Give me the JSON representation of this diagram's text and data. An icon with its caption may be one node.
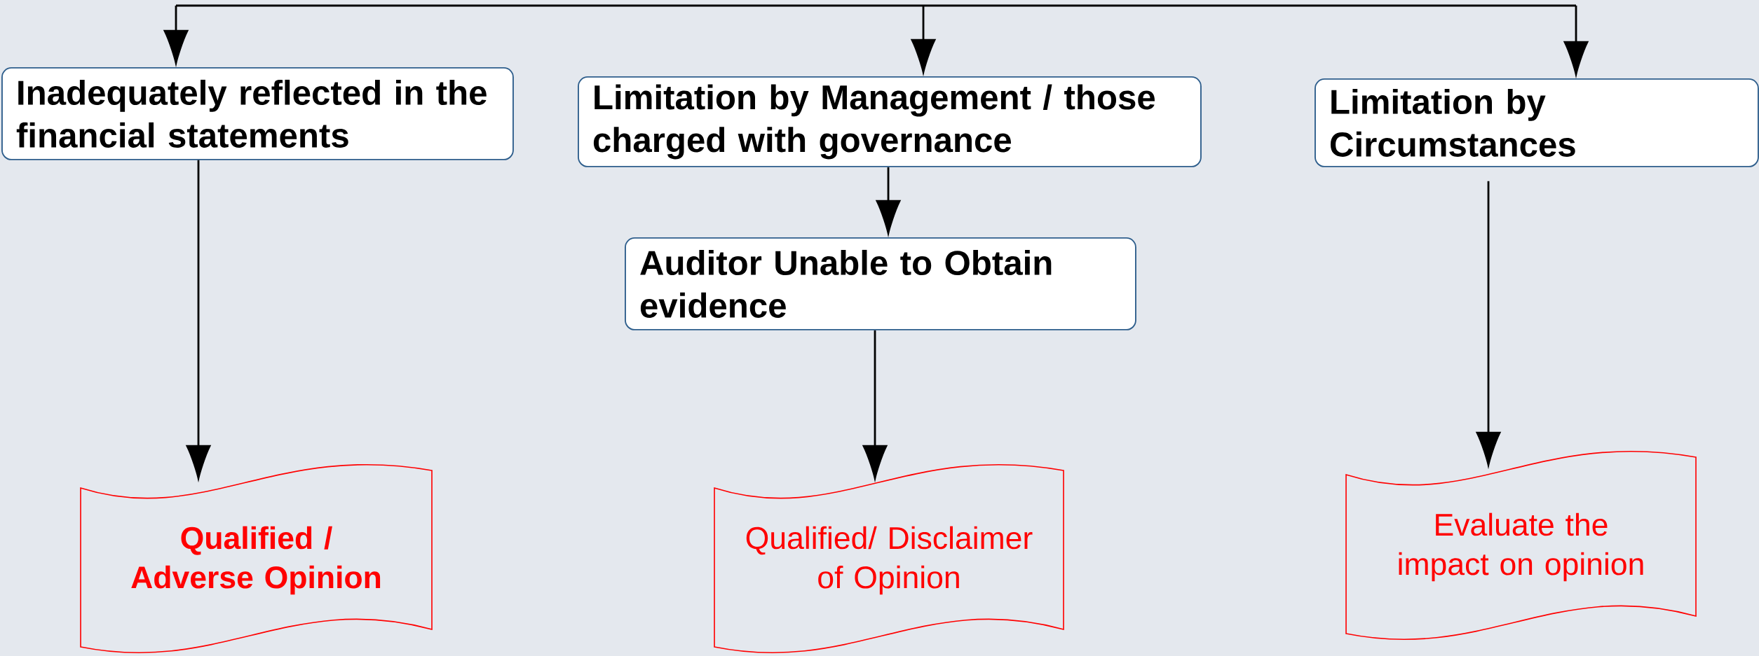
{
  "diagram": {
    "nodes": [
      {
        "text": [
          "Inadequately reflected in the financial statements"
        ]
      },
      {
        "text": [
          "Limitation by Management / those charged with governance"
        ]
      },
      {
        "text": [
          "Limitation by Circumstances"
        ]
      },
      {
        "text": [
          "Auditor Unable to Obtain evidence"
        ]
      },
      {
        "text": [
          "Qualified / Adverse Opinion"
        ]
      },
      {
        "text": [
          "Qualified/ Disclaimer of Opinion"
        ]
      },
      {
        "text": [
          "Evaluate the impact on opinion"
        ]
      }
    ],
    "edges": [
      {
        "from": null,
        "to": 0,
        "arrow": "to"
      },
      {
        "from": null,
        "to": 1,
        "arrow": "to"
      },
      {
        "from": null,
        "to": 2,
        "arrow": "to"
      },
      {
        "from": 1,
        "to": 3,
        "arrow": "to"
      },
      {
        "from": 0,
        "to": 4,
        "arrow": "to"
      },
      {
        "from": 3,
        "to": 5,
        "arrow": "to"
      },
      {
        "from": 2,
        "to": 6,
        "arrow": "to"
      }
    ]
  }
}
